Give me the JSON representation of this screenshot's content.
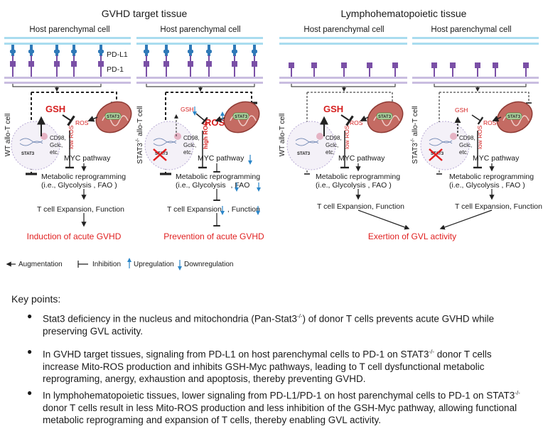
{
  "headers": {
    "gvhd_target_tissue": "GVHD target tissue",
    "lymphohematopoietic_tissue": "Lymphohematopoietic tissue"
  },
  "panels": [
    {
      "host_cell_label": "Host parenchymal cell",
      "t_cell_label": "WT allo-T cell",
      "gsh": "GSH",
      "ros": "ROS",
      "ros_side": "low ROS",
      "stat3": "STAT3",
      "targets": [
        "CD98,",
        "Gclc,",
        "etc."
      ],
      "myc": "MYC pathway",
      "metabolic": "Metabolic reprogramming",
      "metabolic_detail": "(i.e., Glycolysis , FAO )",
      "expansion": "T cell Expansion,  Function",
      "outcome": "Induction of acute GVHD"
    },
    {
      "host_cell_label": "Host parenchymal cell",
      "t_cell_label": "STAT3",
      "t_cell_label_sup": "-/-",
      "t_cell_label_tail": " allo-T cell",
      "gsh": "GSH",
      "ros": "ROS",
      "ros_side": "high ROS",
      "stat3": "STAT3",
      "targets": [
        "CD98,",
        "Gclc,",
        "etc."
      ],
      "myc": "MYC pathway",
      "metabolic": "Metabolic reprogramming",
      "metabolic_detail": "(i.e., Glycolysis",
      "metabolic_detail_tail": ", FAO",
      "expansion": "T cell Expansion",
      "expansion_tail": ",  Function",
      "outcome": "Prevention of acute GVHD"
    },
    {
      "host_cell_label": "Host parenchymal cell",
      "t_cell_label": "WT allo-T cell",
      "gsh": "GSH",
      "ros": "ROS",
      "ros_side": "low ROS",
      "stat3": "STAT3",
      "targets": [
        "CD98,",
        "Gclc,",
        "etc."
      ],
      "myc": "MYC pathway",
      "metabolic": "Metabolic reprogramming",
      "metabolic_detail": "(i.e., Glycolysis , FAO )",
      "expansion": "T cell Expansion,  Function"
    },
    {
      "host_cell_label": "Host parenchymal cell",
      "t_cell_label": "STAT3",
      "t_cell_label_sup": "-/-",
      "t_cell_label_tail": " allo-T cell",
      "gsh": "GSH",
      "ros": "ROS",
      "ros_side": "low ROS",
      "stat3": "STAT3",
      "targets": [
        "CD98,",
        "Gclc,",
        "etc."
      ],
      "myc": "MYC pathway",
      "metabolic": "Metabolic reprogramming",
      "metabolic_detail": "(i.e., Glycolysis , FAO )",
      "expansion": "T cell Expansion,  Function"
    }
  ],
  "membrane_labels": {
    "pdl1": "PD-L1",
    "pd1": "PD-1"
  },
  "shared_outcome": "Exertion of GVL activity",
  "legend": {
    "augmentation": "Augmentation",
    "inhibition": "Inhibition",
    "upregulation": "Upregulation",
    "downregulation": "Downregulation"
  },
  "colors": {
    "membrane": "#a9dcef",
    "tcell_membrane": "#c9bde0",
    "pdl1": "#2f79b8",
    "pd1": "#7a4fa6",
    "mito": "#b2554e",
    "red_text": "#e01f1f",
    "blue_arrow": "#2b86c9"
  },
  "key_points": {
    "title": "Key points:",
    "items": [
      {
        "a": "Stat3 deficiency in the nucleus and mitochondria (Pan-Stat3",
        "sup": "-/-",
        "b": ") of donor T cells prevents acute GVHD while preserving GVL activity."
      },
      {
        "a": "In GVHD target tissues, signaling from PD-L1 on host parenchymal cells to PD-1 on STAT3",
        "sup": "-/-",
        "b": " donor T cells increase Mito-ROS production and inhibits GSH-Myc pathways, leading to T cell dysfunctional metabolic reprograming, anergy, exhaustion and apoptosis, thereby preventing GVHD."
      },
      {
        "a": "In lymphohematopoietic tissues, lower signaling from PD-L1/PD-1 on host parenchymal cells to PD-1 on STAT3",
        "sup": "-/-",
        "b": " donor T cells result in less Mito-ROS production and less inhibition of the GSH-Myc pathway, allowing functional metabolic reprograming and expansion of T cells, thereby enabling GVL activity."
      }
    ]
  }
}
